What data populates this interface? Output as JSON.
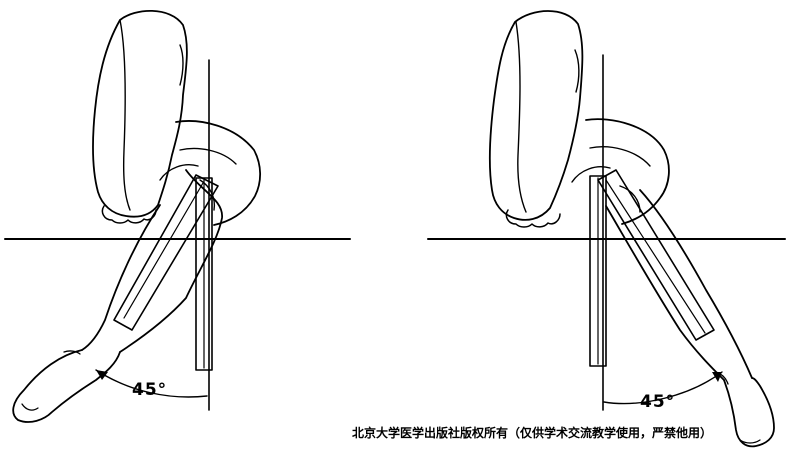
{
  "figure": {
    "left_panel": {
      "angle_label": "45°"
    },
    "right_panel": {
      "angle_label": "45°"
    }
  },
  "watermark": "北京大学医学出版社版权所有（仅供学术交流教学使用，严禁他用）"
}
